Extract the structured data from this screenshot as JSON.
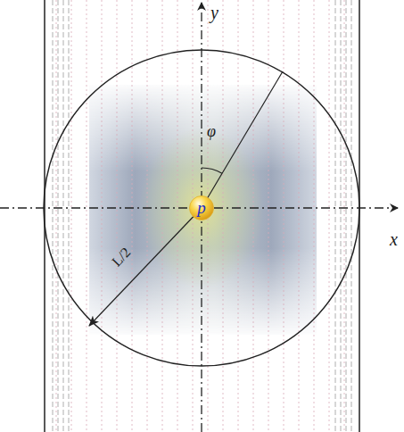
{
  "diagram": {
    "nodes": [
      {
        "text": [
          "p"
        ]
      }
    ],
    "labels": [
      "y",
      "x",
      "φ",
      "L/2"
    ]
  }
}
